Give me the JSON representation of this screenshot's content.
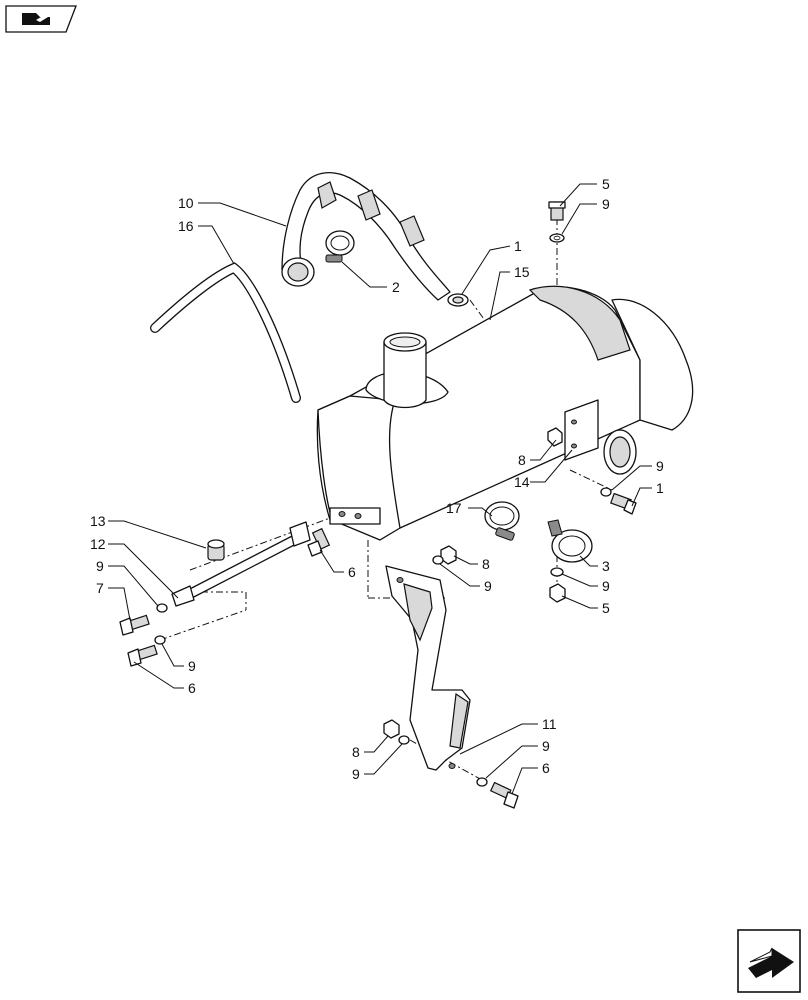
{
  "header": {
    "icon": "exhaust-section-icon"
  },
  "footer": {
    "icon": "next-page-arrow-icon"
  },
  "callouts": {
    "c1a": "1",
    "c1b": "1",
    "c2": "2",
    "c3": "3",
    "c5a": "5",
    "c5b": "5",
    "c6a": "6",
    "c6b": "6",
    "c6c": "6",
    "c7": "7",
    "c8a": "8",
    "c8b": "8",
    "c8c": "8",
    "c9a": "9",
    "c9b": "9",
    "c9c": "9",
    "c9d": "9",
    "c9e": "9",
    "c9f": "9",
    "c9g": "9",
    "c9h": "9",
    "c10": "10",
    "c11": "11",
    "c12": "12",
    "c13": "13",
    "c14": "14",
    "c15": "15",
    "c16": "16",
    "c17": "17"
  }
}
